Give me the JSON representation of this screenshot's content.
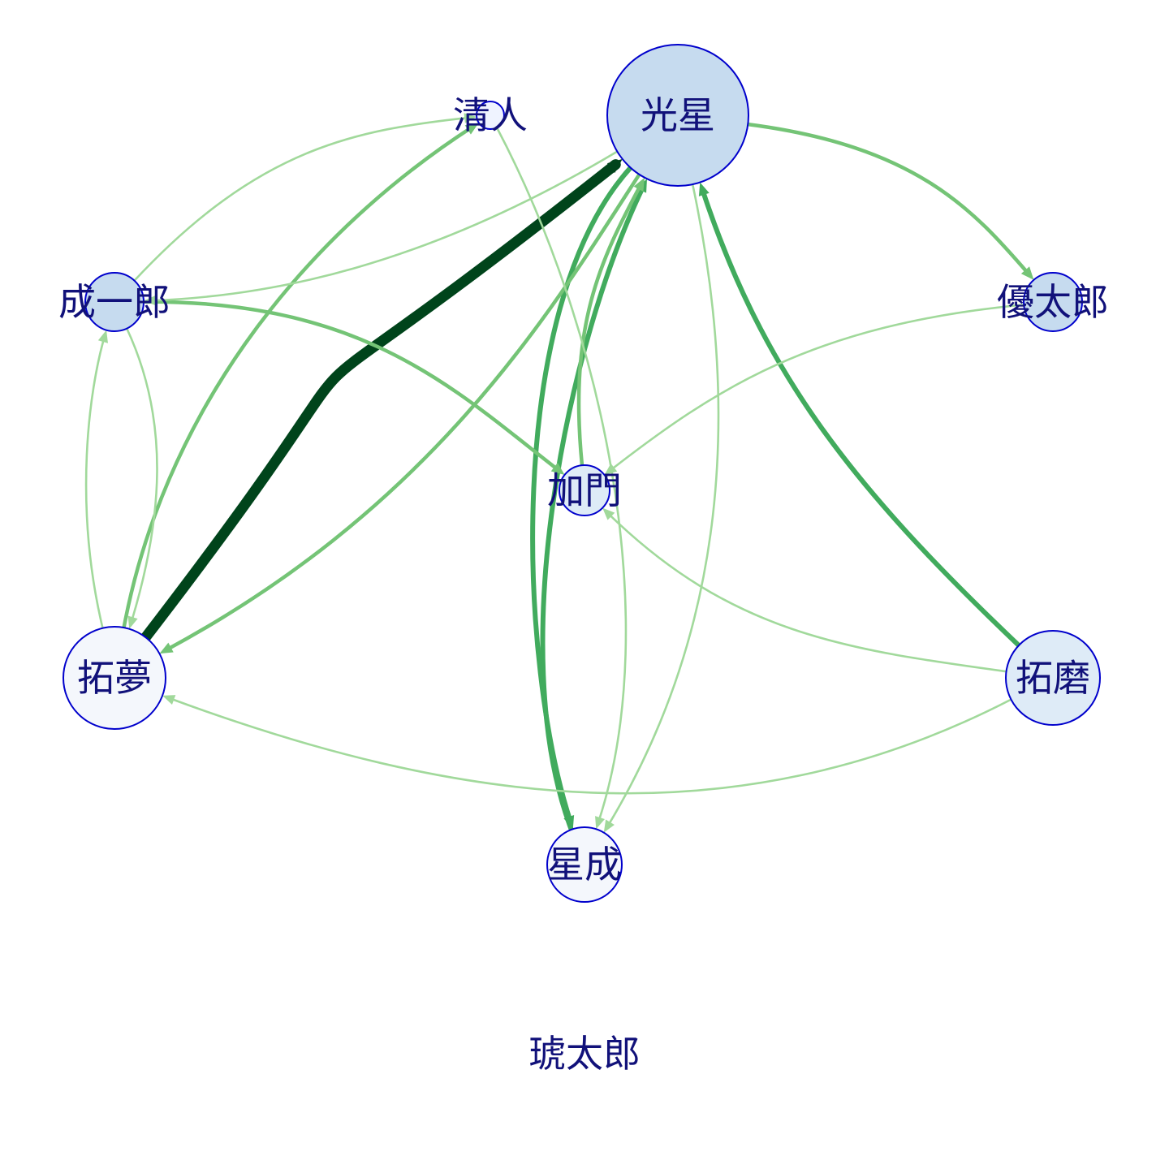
{
  "colors": {
    "background": "#ffffff",
    "node_stroke": "#0000cc",
    "label": "#11117a",
    "edge_strong": "#00441b",
    "edge_mid": "#41ab5d",
    "edge_light": "#74c476",
    "edge_faint": "#a1d99b"
  },
  "nodes": [
    {
      "id": "kousei",
      "label": "光星",
      "fill": "#c6dbef"
    },
    {
      "id": "kiyoto",
      "label": "清人",
      "fill": "#eff3ff"
    },
    {
      "id": "seiichirou",
      "label": "成一郎",
      "fill": "#c6dbef"
    },
    {
      "id": "yuutarou",
      "label": "優太郎",
      "fill": "#c6dbef"
    },
    {
      "id": "kamon",
      "label": "加門",
      "fill": "#deebf7"
    },
    {
      "id": "takumu",
      "label": "拓夢",
      "fill": "#f4f7fc"
    },
    {
      "id": "takuma",
      "label": "拓磨",
      "fill": "#deebf7"
    },
    {
      "id": "seisei",
      "label": "星成",
      "fill": "#f4f7fc"
    },
    {
      "id": "kotarou",
      "label": "琥太郎",
      "fill": "none"
    }
  ],
  "edges": [
    {
      "from": "takumu",
      "to": "kousei",
      "weight": "strong"
    },
    {
      "from": "takuma",
      "to": "kousei",
      "weight": "mid"
    },
    {
      "from": "seisei",
      "to": "kousei",
      "weight": "mid"
    },
    {
      "from": "kousei",
      "to": "seisei",
      "weight": "mid"
    },
    {
      "from": "kousei",
      "to": "yuutarou",
      "weight": "light"
    },
    {
      "from": "kousei",
      "to": "takumu",
      "weight": "light"
    },
    {
      "from": "kamon",
      "to": "kousei",
      "weight": "light"
    },
    {
      "from": "takumu",
      "to": "kiyoto",
      "weight": "light"
    },
    {
      "from": "seiichirou",
      "to": "kamon",
      "weight": "light"
    },
    {
      "from": "seiichirou",
      "to": "kiyoto",
      "weight": "faint"
    },
    {
      "from": "kousei",
      "to": "seiichirou",
      "weight": "faint"
    },
    {
      "from": "kiyoto",
      "to": "seisei",
      "weight": "faint"
    },
    {
      "from": "kousei",
      "to": "seisei",
      "weight": "faint"
    },
    {
      "from": "yuutarou",
      "to": "kamon",
      "weight": "faint"
    },
    {
      "from": "takuma",
      "to": "kamon",
      "weight": "faint"
    },
    {
      "from": "takuma",
      "to": "takumu",
      "weight": "faint"
    },
    {
      "from": "takumu",
      "to": "seiichirou",
      "weight": "faint"
    },
    {
      "from": "seiichirou",
      "to": "takumu",
      "weight": "faint"
    }
  ]
}
